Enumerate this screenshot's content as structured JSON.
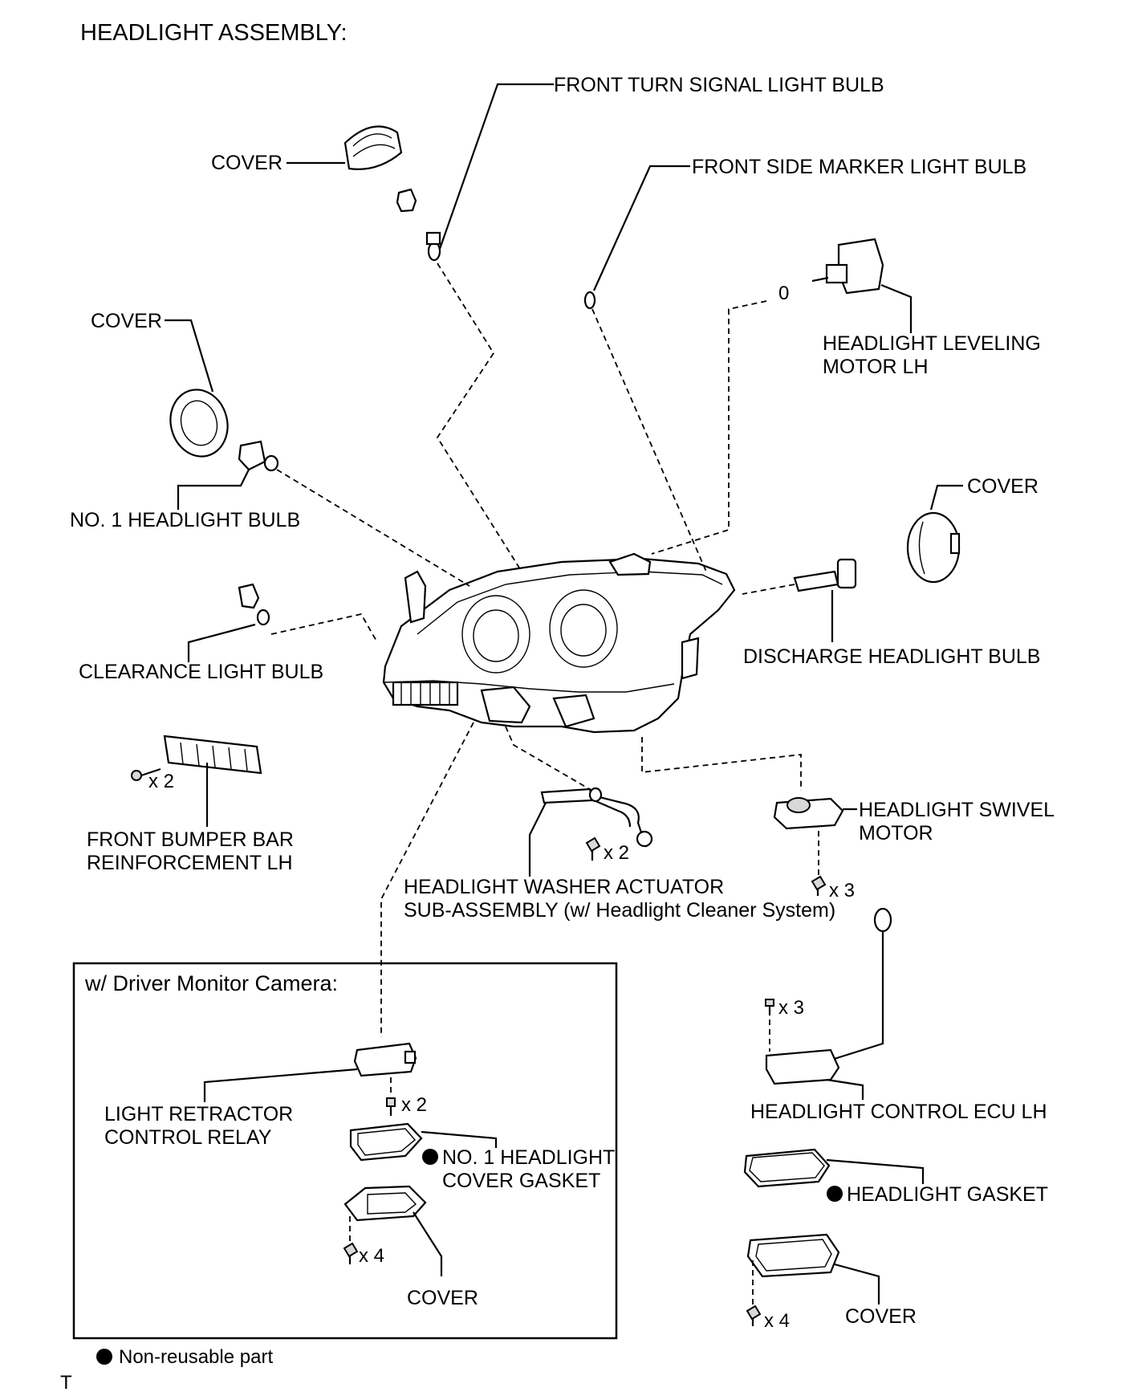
{
  "diagram": {
    "title": "HEADLIGHT ASSEMBLY:",
    "labels": {
      "front_turn_signal_bulb": "FRONT TURN SIGNAL LIGHT BULB",
      "cover_top": "COVER",
      "front_side_marker_bulb": "FRONT SIDE MARKER LIGHT BULB",
      "cover_left": "COVER",
      "leveling_motor_line1": "HEADLIGHT LEVELING",
      "leveling_motor_line2": "MOTOR LH",
      "no1_headlight_bulb": "NO. 1 HEADLIGHT BULB",
      "cover_right": "COVER",
      "clearance_light_bulb": "CLEARANCE LIGHT BULB",
      "discharge_headlight_bulb": "DISCHARGE HEADLIGHT BULB",
      "bumper_reinf_line1": "FRONT BUMPER BAR",
      "bumper_reinf_line2": "REINFORCEMENT LH",
      "swivel_motor_line1": "HEADLIGHT SWIVEL",
      "swivel_motor_line2": "MOTOR",
      "washer_actuator_line1": "HEADLIGHT WASHER ACTUATOR",
      "washer_actuator_line2": "SUB-ASSEMBLY (w/ Headlight Cleaner System)",
      "control_ecu": "HEADLIGHT CONTROL ECU LH",
      "headlight_gasket": "HEADLIGHT GASKET",
      "cover_ecu": "COVER",
      "oring_mark": "0"
    },
    "quantities": {
      "bumper_screws": "x 2",
      "washer_screws": "x 2",
      "swivel_screws": "x 3",
      "ecu_screws": "x 3",
      "ecu_cover_screws": "x 4"
    },
    "camera_box": {
      "title": "w/ Driver Monitor Camera:",
      "relay_line1": "LIGHT RETRACTOR",
      "relay_line2": "CONTROL RELAY",
      "relay_screws": "x 2",
      "gasket_line1": "NO. 1 HEADLIGHT",
      "gasket_line2": "COVER GASKET",
      "cover_screws": "x 4",
      "cover": "COVER"
    },
    "legend": {
      "non_reusable": "Non-reusable part"
    },
    "corner_mark": "T"
  }
}
